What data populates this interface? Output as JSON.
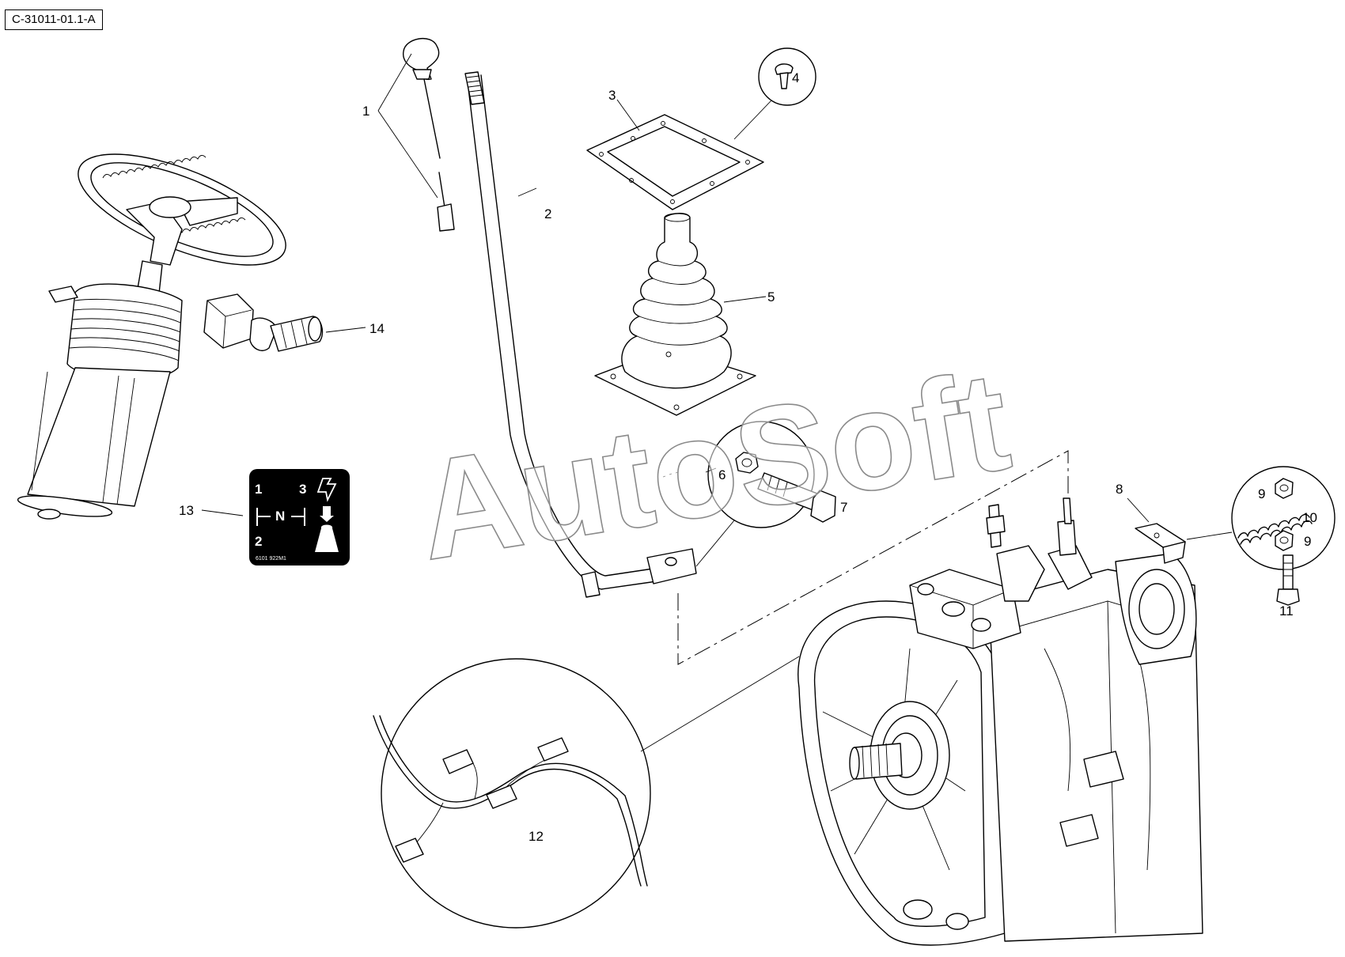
{
  "drawing_code": "C-31011-01.1-A",
  "watermark": "AutoSoft",
  "callouts": {
    "c1": "1",
    "c2": "2",
    "c3": "3",
    "c4": "4",
    "c5": "5",
    "c6": "6",
    "c7": "7",
    "c8": "8",
    "c9a": "9",
    "c9b": "9",
    "c10": "10",
    "c11": "11",
    "c12": "12",
    "c13": "13",
    "c14": "14"
  },
  "gear_decal": {
    "gear_1": "1",
    "gear_2": "2",
    "gear_3": "3",
    "neutral": "N",
    "part_number": "6101 922M1"
  }
}
